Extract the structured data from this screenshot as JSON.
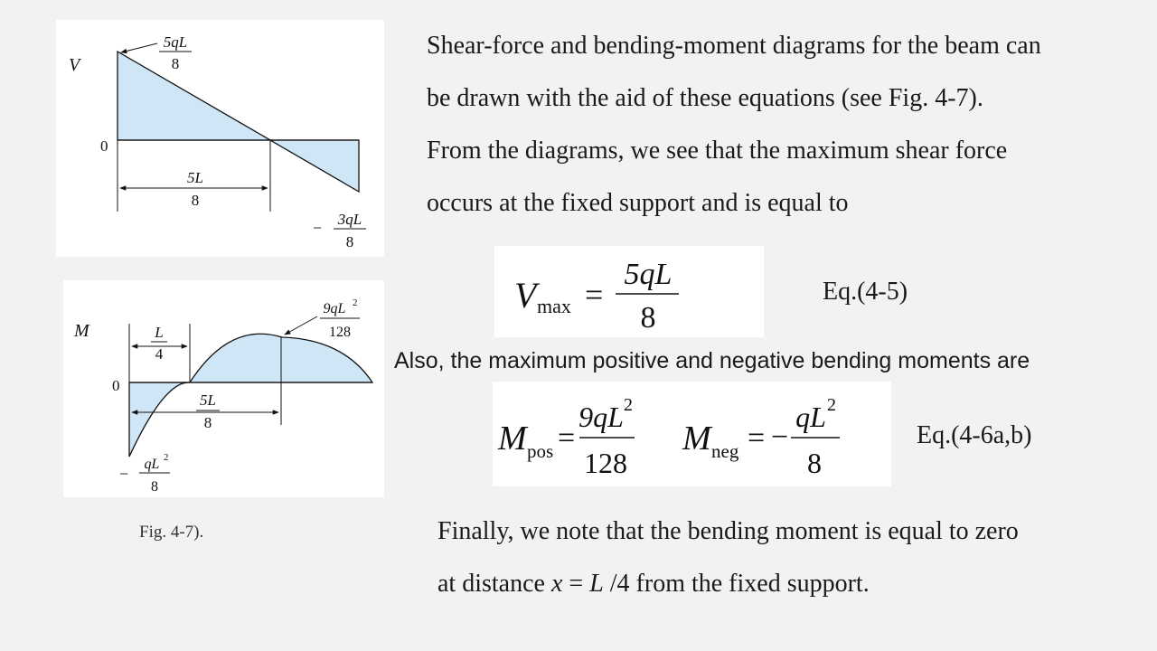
{
  "shear_diagram": {
    "axis_label": "V",
    "zero_label": "0",
    "max": {
      "num": "5qL",
      "den": "8"
    },
    "min": {
      "sign": "−",
      "num": "3qL",
      "den": "8"
    },
    "dimension": {
      "num": "5L",
      "den": "8"
    }
  },
  "moment_diagram": {
    "axis_label": "M",
    "zero_label": "0",
    "max": {
      "num": "9qL",
      "exp": "2",
      "den": "128"
    },
    "min": {
      "sign": "−",
      "num": "qL",
      "exp": "2",
      "den": "8"
    },
    "dim_quarter": {
      "num": "L",
      "den": "4"
    },
    "dim_five_eighths": {
      "num": "5L",
      "den": "8"
    }
  },
  "figure_caption": "Fig. 4-7).",
  "paragraph1": {
    "lines": [
      "Shear-force and bending-moment diagrams for the beam can",
      "be drawn with the aid of these equations (see Fig. 4-7).",
      "From the diagrams, we see that the maximum shear force",
      "occurs at the fixed support and is equal to"
    ]
  },
  "eq_vmax": {
    "lhs": "V",
    "sub": "max",
    "eq": "=",
    "num": "5qL",
    "den": "8",
    "label": "Eq.(4-5)"
  },
  "also_line": "Also, the maximum positive and negative bending moments are",
  "eq_moments": {
    "pos_lhs": "M",
    "pos_sub": "pos",
    "pos_eq": "=",
    "pos_num": "9qL",
    "pos_exp": "2",
    "pos_den": "128",
    "neg_lhs": "M",
    "neg_sub": "neg",
    "neg_eq": "=",
    "neg_sign": "−",
    "neg_num": "qL",
    "neg_exp": "2",
    "neg_den": "8",
    "label": "Eq.(4-6a,b)"
  },
  "paragraph2": {
    "line1": "Finally, we note that the bending moment is equal to zero",
    "line2_pre": "at distance ",
    "line2_x": "x",
    "line2_eq": " = ",
    "line2_L": "L",
    "line2_post": " /4 from the fixed support."
  },
  "colors": {
    "background": "#f2f2f2",
    "panel": "#ffffff",
    "diagram_fill": "#cfe6f7",
    "line": "#111111"
  }
}
